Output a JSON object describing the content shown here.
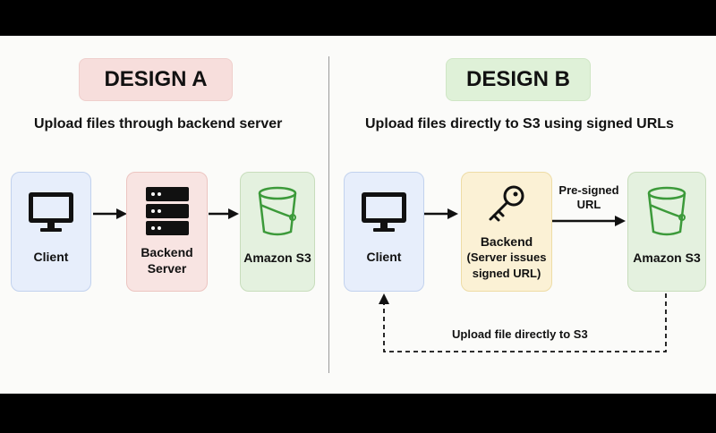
{
  "design_a": {
    "title": "DESIGN A",
    "subtitle": "Upload files through backend server",
    "client_label": "Client",
    "backend_label_line1": "Backend",
    "backend_label_line2": "Server",
    "s3_label": "Amazon S3"
  },
  "design_b": {
    "title": "DESIGN B",
    "subtitle": "Upload files directly to S3 using signed URLs",
    "client_label": "Client",
    "backend_label_line1": "Backend",
    "backend_label_line2": "(Server issues",
    "backend_label_line3": "signed URL)",
    "s3_label": "Amazon S3",
    "presigned_line1": "Pre-signed",
    "presigned_line2": "URL",
    "upload_label": "Upload file directly to S3"
  },
  "icons": [
    "monitor-icon",
    "server-icon",
    "bucket-icon",
    "key-icon"
  ]
}
